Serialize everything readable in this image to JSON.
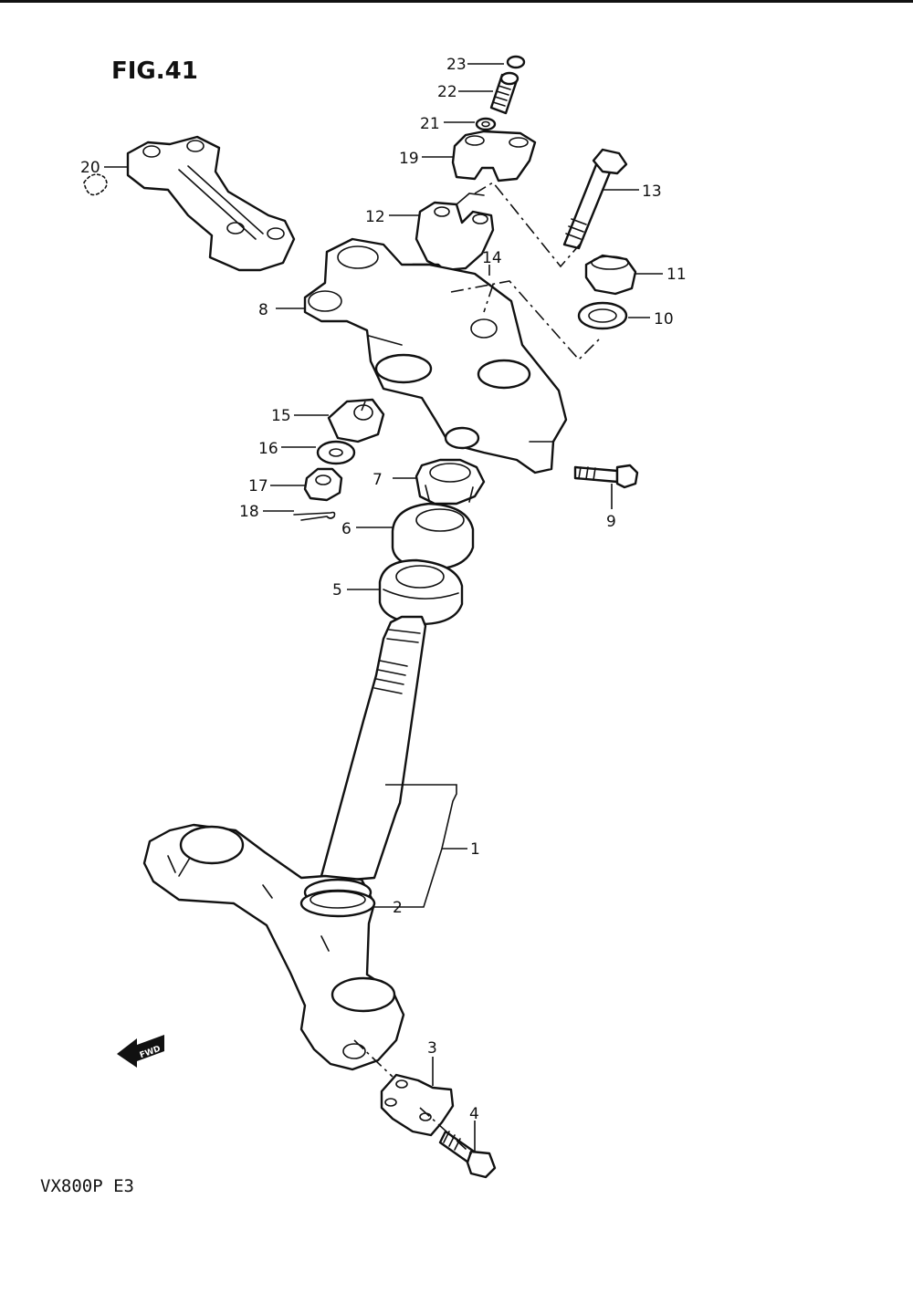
{
  "figure": {
    "title": "FIG.41",
    "model": "VX800P  E3"
  },
  "fwd_badge": {
    "label": "FWD",
    "icon": "fwd-arrow-icon"
  },
  "callouts": [
    {
      "id": "callout-1",
      "label": "1"
    },
    {
      "id": "callout-2",
      "label": "2"
    },
    {
      "id": "callout-3",
      "label": "3"
    },
    {
      "id": "callout-4",
      "label": "4"
    },
    {
      "id": "callout-5",
      "label": "5"
    },
    {
      "id": "callout-6",
      "label": "6"
    },
    {
      "id": "callout-7",
      "label": "7"
    },
    {
      "id": "callout-8",
      "label": "8"
    },
    {
      "id": "callout-9",
      "label": "9"
    },
    {
      "id": "callout-10",
      "label": "10"
    },
    {
      "id": "callout-11",
      "label": "11"
    },
    {
      "id": "callout-12",
      "label": "12"
    },
    {
      "id": "callout-13",
      "label": "13"
    },
    {
      "id": "callout-14",
      "label": "14"
    },
    {
      "id": "callout-15",
      "label": "15"
    },
    {
      "id": "callout-16",
      "label": "16"
    },
    {
      "id": "callout-17",
      "label": "17"
    },
    {
      "id": "callout-18",
      "label": "18"
    },
    {
      "id": "callout-19",
      "label": "19"
    },
    {
      "id": "callout-20",
      "label": "20"
    },
    {
      "id": "callout-21",
      "label": "21"
    },
    {
      "id": "callout-22",
      "label": "22"
    },
    {
      "id": "callout-23",
      "label": "23"
    }
  ]
}
